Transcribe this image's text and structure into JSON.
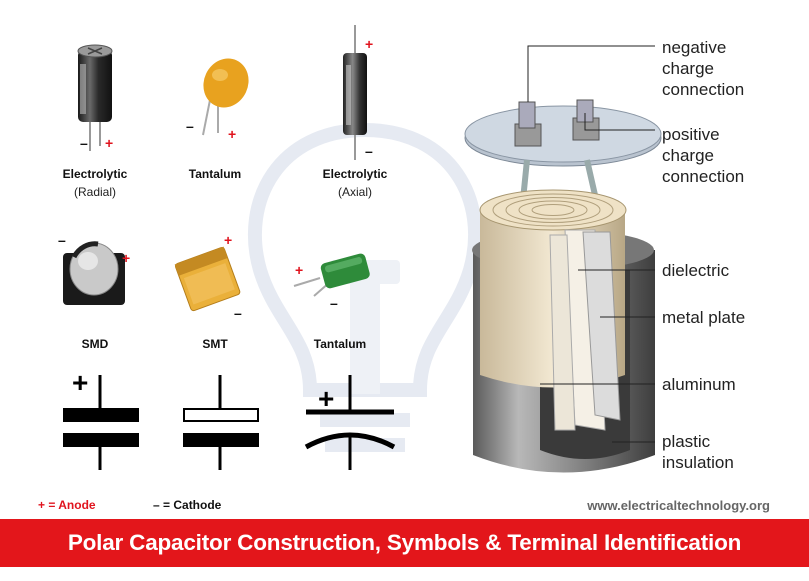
{
  "components": [
    {
      "name": "Electrolytic",
      "sub": "(Radial)",
      "minus": "–",
      "plus": "+"
    },
    {
      "name": "Tantalum",
      "sub": "",
      "minus": "–",
      "plus": "+"
    },
    {
      "name": "Electrolytic",
      "sub": "(Axial)",
      "minus": "–",
      "plus": "+"
    },
    {
      "name": "SMD",
      "sub": "",
      "minus": "–",
      "plus": "+"
    },
    {
      "name": "SMT",
      "sub": "",
      "minus": "–",
      "plus": "+"
    },
    {
      "name": "Tantalum",
      "sub": "",
      "minus": "–",
      "plus": "+"
    }
  ],
  "symbols": {
    "plus_sign": "+"
  },
  "callouts": {
    "negative": [
      "negative",
      "charge",
      "connection"
    ],
    "positive": [
      "positive",
      "charge",
      "connection"
    ],
    "dielectric": "dielectric",
    "metal_plate": "metal plate",
    "aluminum": "aluminum",
    "plastic": [
      "plastic",
      "insulation"
    ]
  },
  "legend": {
    "anode": "+ = Anode",
    "cathode": "– = Cathode"
  },
  "website": "www.electricaltechnology.org",
  "banner": "Polar Capacitor Construction, Symbols & Terminal Identification",
  "colors": {
    "banner_bg": "#e3161b",
    "polarity_red": "#e0141e",
    "tantalum_yellow": "#e8a21f",
    "film_green": "#2e8b3a"
  }
}
